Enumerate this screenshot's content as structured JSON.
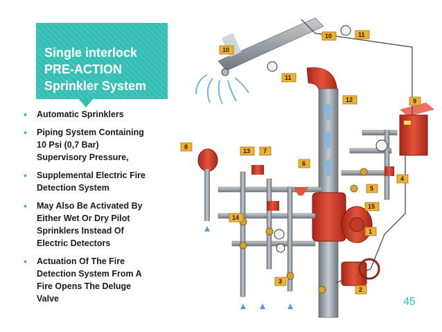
{
  "title": {
    "lines": [
      "Single interlock",
      "PRE-ACTION",
      "Sprinkler System"
    ]
  },
  "bullets": [
    "Automatic Sprinklers",
    "Piping System Containing\n10 Psi (0,7 Bar)\nSupervisory Pressure,",
    "Supplemental Electric Fire\nDetection System",
    "May Also Be Activated By\nEither Wet Or Dry Pilot\nSprinklers Instead Of\nElectric Detectors",
    "Actuation Of The Fire\nDetection System From A\nFire Opens The Deluge\nValve"
  ],
  "page_number": "45",
  "callouts": [
    "10",
    "11",
    "10",
    "11",
    "12",
    "9",
    "8",
    "13",
    "7",
    "6",
    "4",
    "5",
    "15",
    "14",
    "1",
    "3",
    "2"
  ],
  "colors": {
    "accent": "#34bfb4",
    "valve_red": "#d23a24",
    "pipe_gray": "#9aa3ab",
    "callout_orange": "#f0b030"
  }
}
